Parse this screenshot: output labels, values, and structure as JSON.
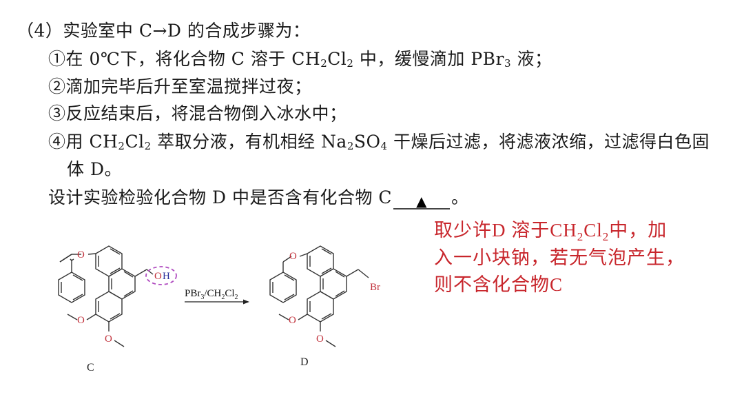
{
  "question": {
    "header": "（4）实验室中 C→D 的合成步骤为：",
    "steps": [
      {
        "num": "①",
        "parts": [
          "在 0℃下，将化合物 C 溶于 CH",
          "2",
          "Cl",
          "2",
          " 中，缓慢滴加 PBr",
          "3",
          " 液；"
        ]
      },
      {
        "num": "②",
        "text": "滴加完毕后升至室温搅拌过夜；"
      },
      {
        "num": "③",
        "text": "反应结束后，将混合物倒入冰水中；"
      },
      {
        "num": "④",
        "parts": [
          "用 CH",
          "2",
          "Cl",
          "2",
          " 萃取分液，有机相经 Na",
          "2",
          "SO",
          "4",
          " 干燥后过滤，将滤液浓缩，过滤得白色固"
        ]
      },
      {
        "continuation": "体 D。"
      }
    ],
    "prompt": "设计实验检验化合物 D 中是否含有化合物 C",
    "blank_marker": "▲",
    "end_mark": "。"
  },
  "answer": {
    "color": "#c8262c",
    "lines": [
      {
        "parts": [
          "取少许D 溶于CH",
          "2",
          "Cl",
          "2",
          "中，加"
        ]
      },
      {
        "text": "入一小块钠，若无气泡产生，"
      },
      {
        "text": "则不含化合物C"
      }
    ]
  },
  "scheme": {
    "compound_c_label": "C",
    "compound_d_label": "D",
    "reagent_parts": [
      "PBr",
      "3",
      "/CH",
      "2",
      "Cl",
      "2"
    ],
    "highlight_group": "OH",
    "highlight_color": "#b04cc0",
    "atoms": {
      "oxygen": "O",
      "hydrogen": "H",
      "bromine": "Br"
    }
  }
}
